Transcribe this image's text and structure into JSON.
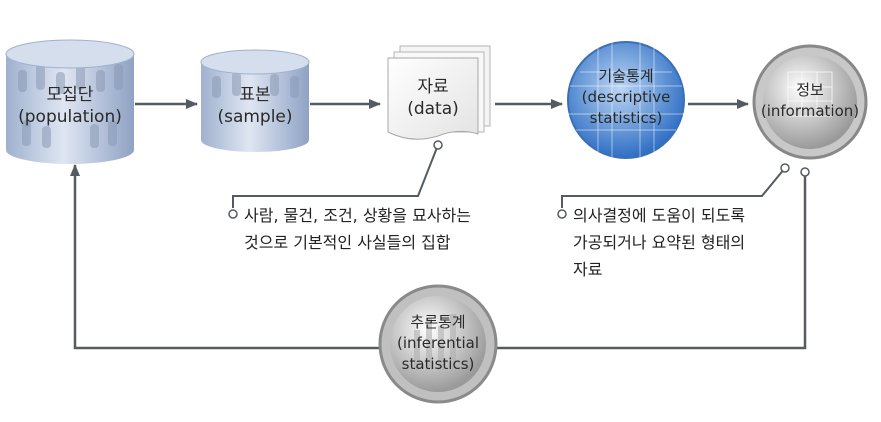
{
  "nodes": {
    "population": {
      "line1": "모집단",
      "line2": "(population)"
    },
    "sample": {
      "line1": "표본",
      "line2": "(sample)"
    },
    "data": {
      "line1": "자료",
      "line2": "(data)"
    },
    "descriptive": {
      "line1": "기술통계",
      "line2": "(descriptive",
      "line3": "statistics)"
    },
    "information": {
      "line1": "정보",
      "line2": "(information)"
    },
    "inferential": {
      "line1": "추론통계",
      "line2": "(inferential",
      "line3": "statistics)"
    }
  },
  "notes": {
    "data_def": {
      "line1": "사람, 물건, 조건, 상황을 묘사하는",
      "line2": "것으로 기본적인 사실들의 집합"
    },
    "info_def": {
      "line1": "의사결정에 도움이 되도록",
      "line2": "가공되거나 요약된 형태의",
      "line3": "자료"
    }
  },
  "colors": {
    "arrow": "#555b62",
    "cylinder": "#b9c7dd",
    "descriptive": "#3f7fd1",
    "info": "#d8d8d8"
  }
}
